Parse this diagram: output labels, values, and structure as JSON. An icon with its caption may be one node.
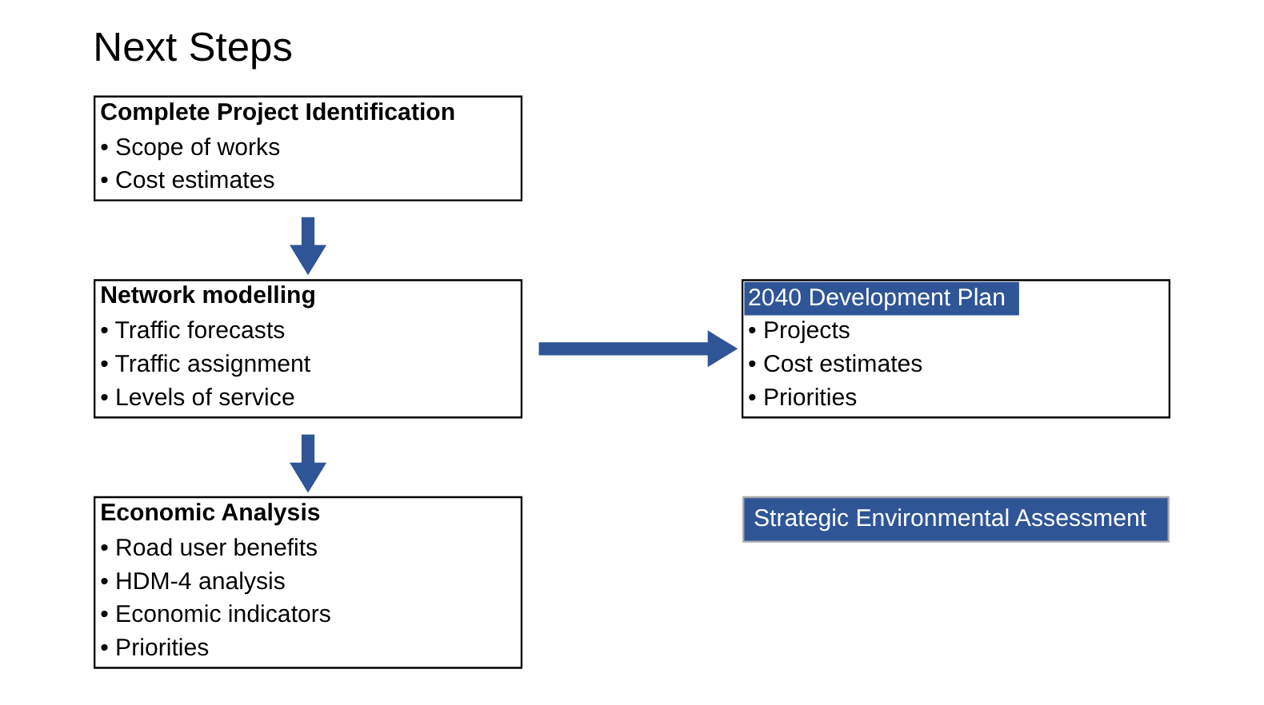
{
  "diagram": {
    "title": "Next Steps",
    "nodes": [
      {
        "text": [
          "Complete Project Identification",
          "• Scope of works",
          "• Cost estimates"
        ]
      },
      {
        "text": [
          "Network modelling",
          "• Traffic forecasts",
          "• Traffic assignment",
          "• Levels of service"
        ]
      },
      {
        "text": [
          "Economic Analysis",
          "• Road user benefits",
          "• HDM-4 analysis",
          "• Economic indicators",
          "• Priorities"
        ]
      },
      {
        "text": [
          "2040 Development Plan",
          "• Projects",
          "• Cost estimates",
          "• Priorities"
        ]
      },
      {
        "text": [
          "Strategic Environmental Assessment"
        ]
      }
    ],
    "edges": [
      {
        "from": 0,
        "to": 1,
        "arrow": "to"
      },
      {
        "from": 1,
        "to": 2,
        "arrow": "to"
      },
      {
        "from": 1,
        "to": 3,
        "arrow": "to"
      }
    ]
  }
}
